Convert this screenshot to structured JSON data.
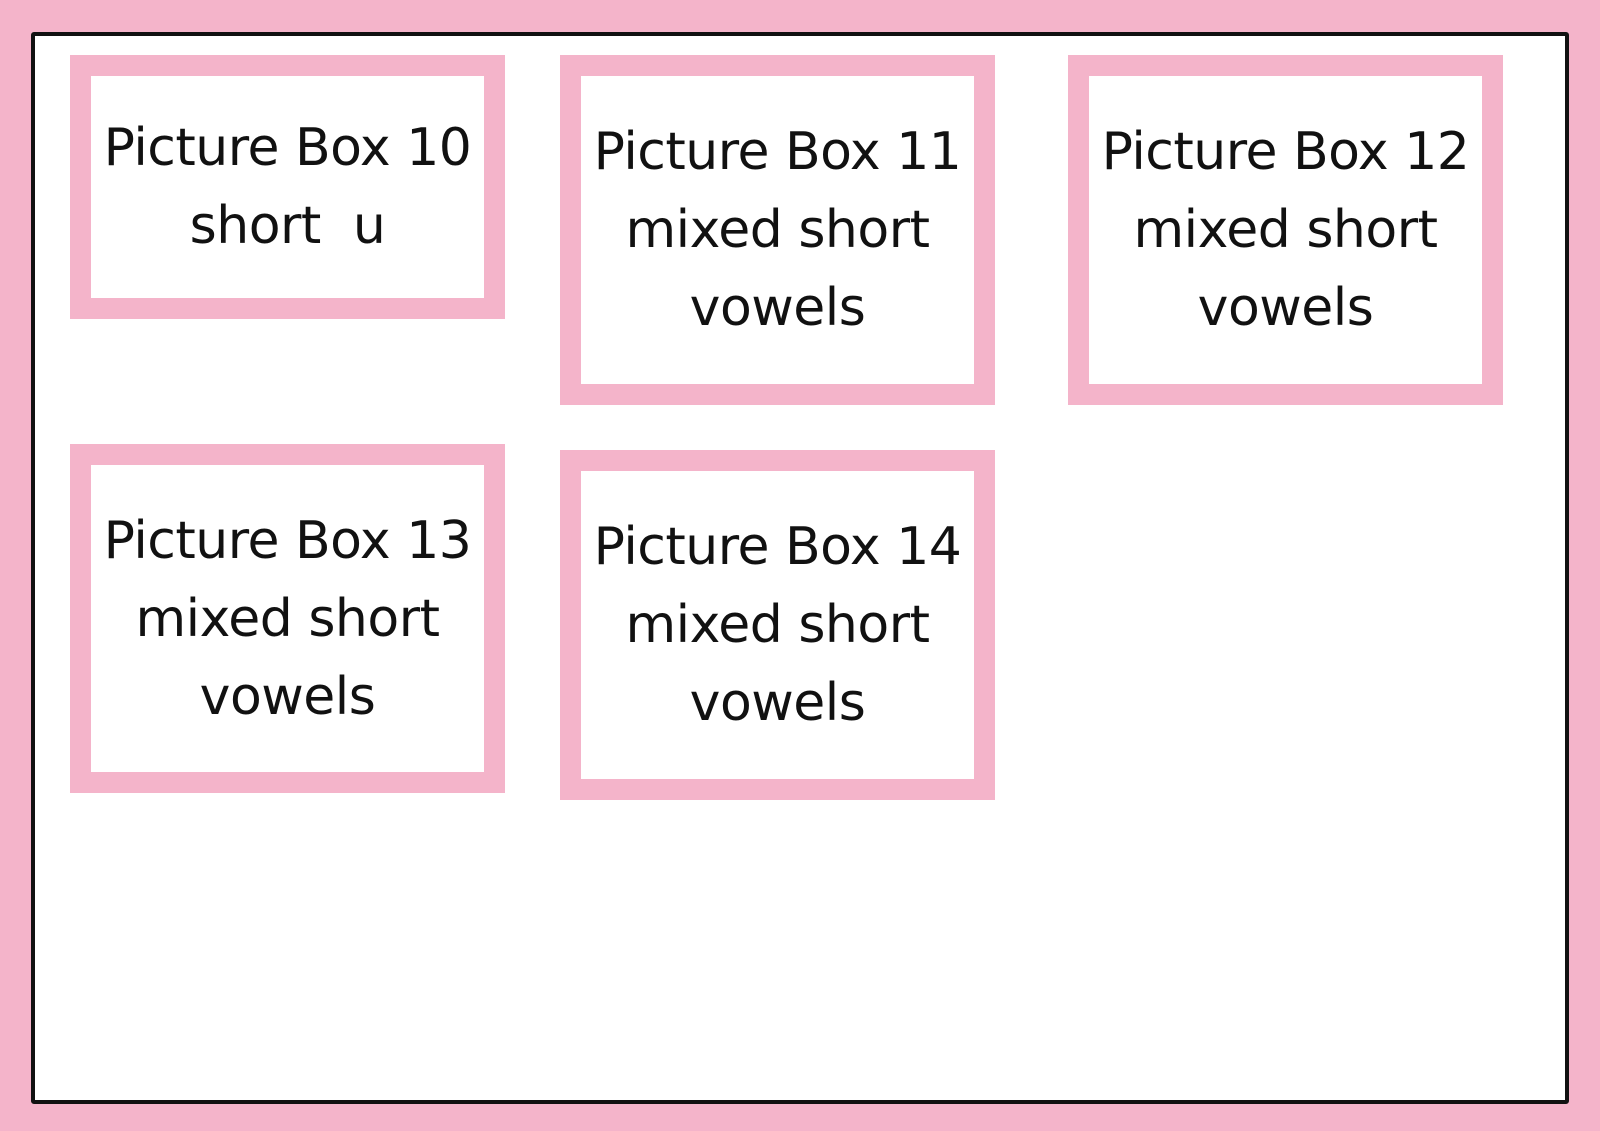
{
  "boxes": [
    {
      "lines": [
        "Picture Box 10",
        "short  u"
      ]
    },
    {
      "lines": [
        "Picture Box 11",
        "mixed short",
        "vowels"
      ]
    },
    {
      "lines": [
        "Picture Box 12",
        "mixed short",
        "vowels"
      ]
    },
    {
      "lines": [
        "Picture Box 13",
        "mixed short",
        "vowels"
      ]
    },
    {
      "lines": [
        "Picture Box 14",
        "mixed short",
        "vowels"
      ]
    }
  ],
  "colors": {
    "accent": "#f4b4ca",
    "text": "#111111",
    "frame": "#111111"
  }
}
